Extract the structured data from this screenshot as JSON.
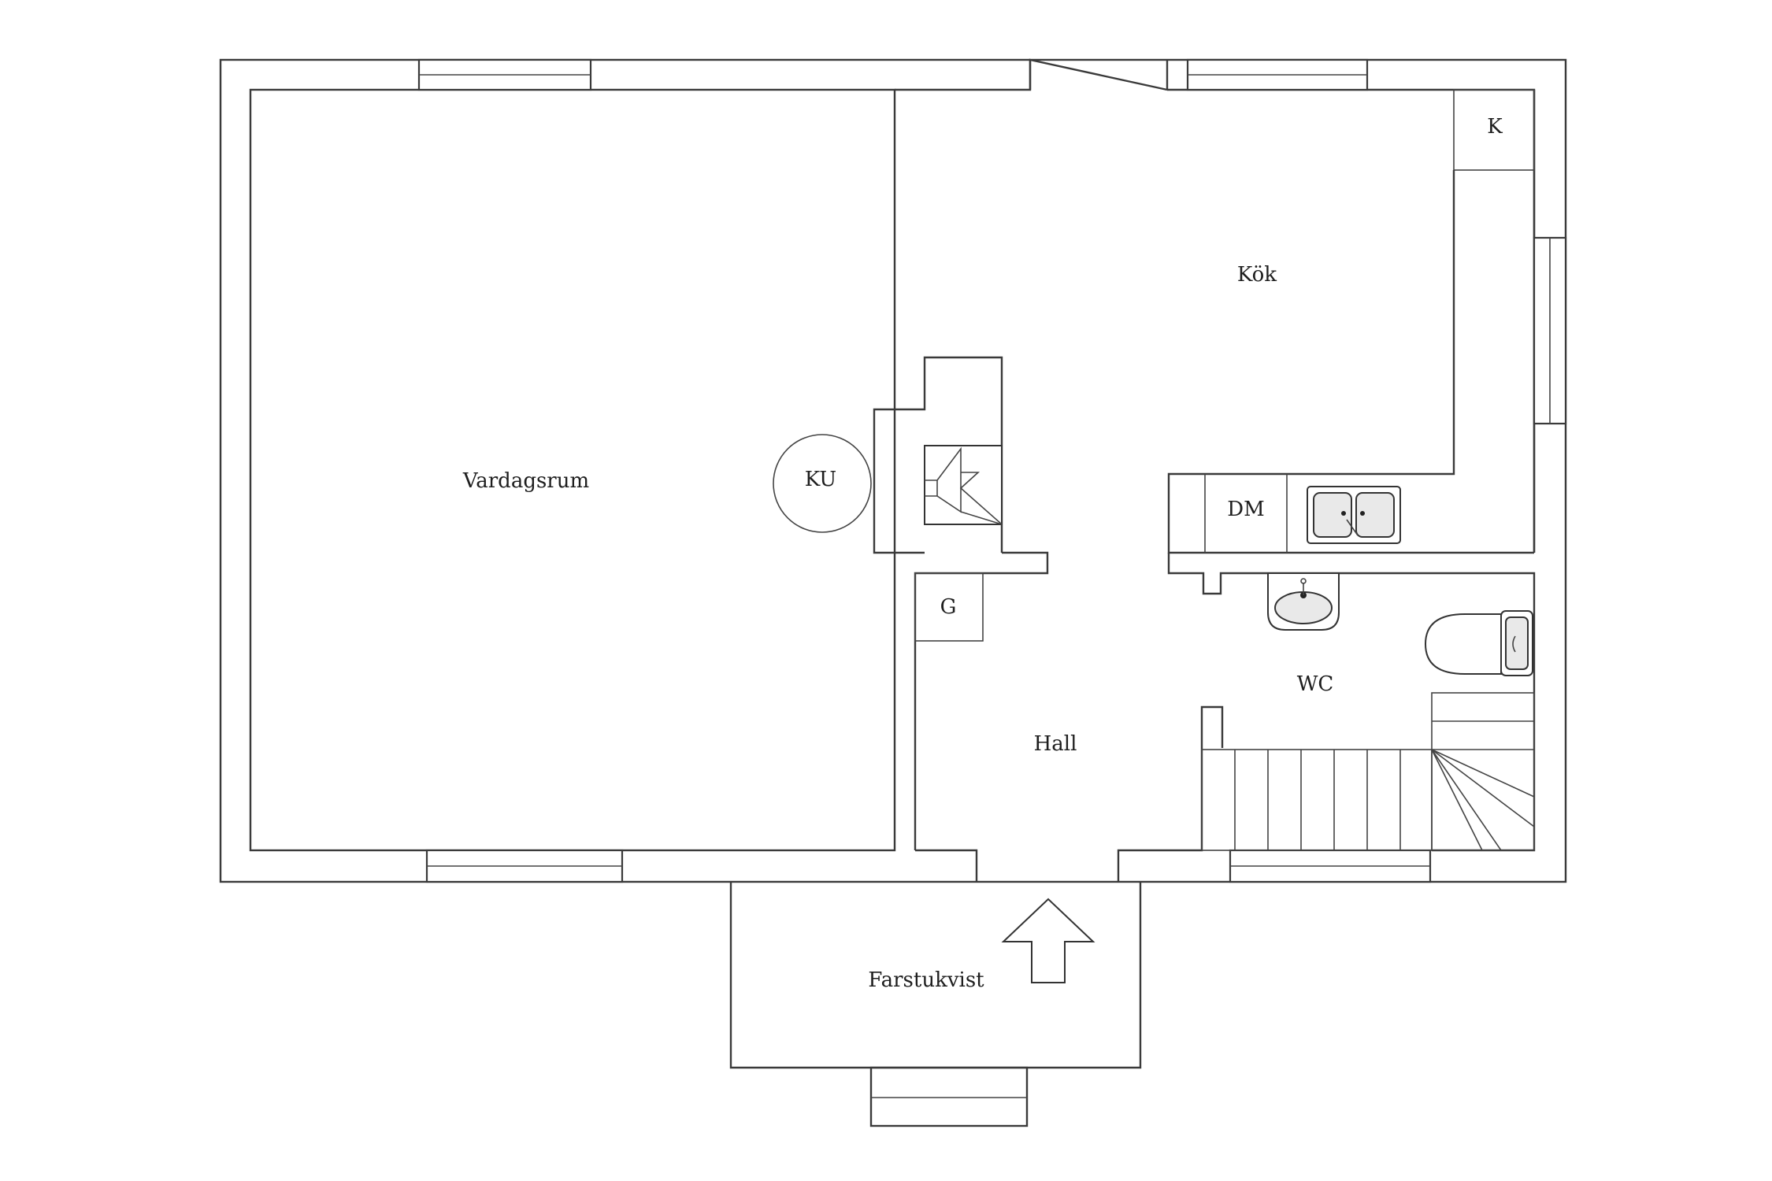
{
  "rooms": {
    "living": "Vardagsrum",
    "kitchen": "Kök",
    "hall": "Hall",
    "wc": "WC",
    "porch": "Farstukvist"
  },
  "fixtures": {
    "fridge": "K",
    "dishwasher": "DM",
    "wardrobe": "G",
    "tiled_stove": "KU"
  },
  "icons": {
    "entrance": "entrance-arrow-icon",
    "sink": "double-sink-icon",
    "washbasin": "washbasin-icon",
    "toilet": "toilet-icon",
    "fireplace": "fireplace-icon",
    "stairs": "stairs-icon"
  }
}
